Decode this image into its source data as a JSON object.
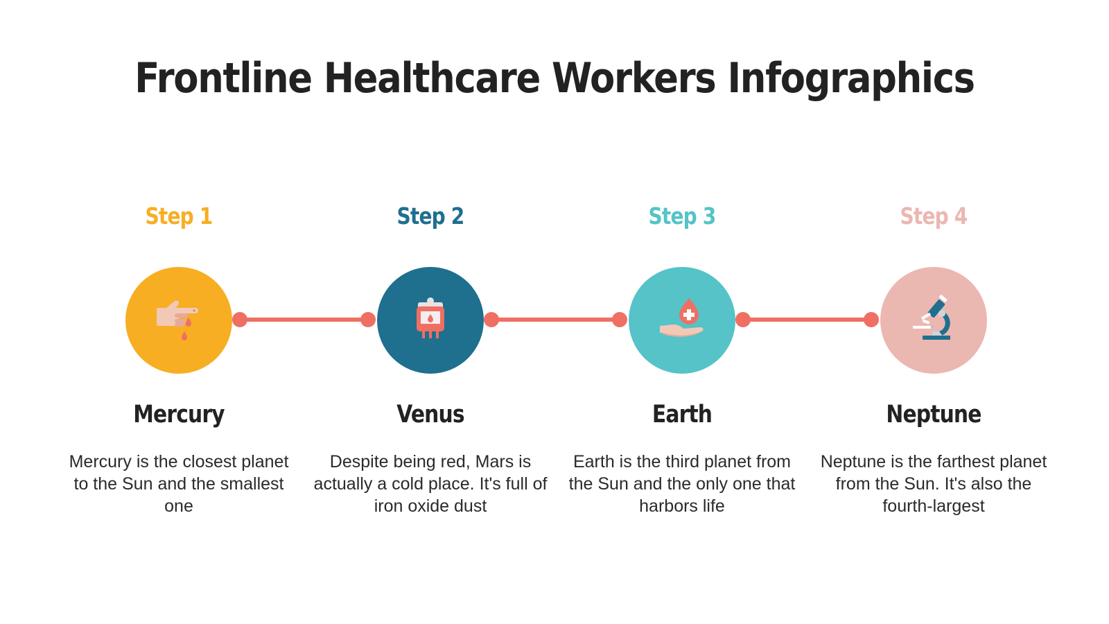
{
  "title": "Frontline Healthcare Workers Infographics",
  "colors": {
    "connector": "#ef6f63",
    "step1": "#f7ae22",
    "step2": "#1f6f8f",
    "step3": "#55c3c7",
    "step4": "#ebb7b1"
  },
  "steps": [
    {
      "label": "Step 1",
      "color": "#f7ae22",
      "icon": "bleeding-finger-icon",
      "name": "Mercury",
      "description": "Mercury is the closest planet to the Sun and the smallest one"
    },
    {
      "label": "Step 2",
      "color": "#1f6f8f",
      "icon": "blood-bag-icon",
      "name": "Venus",
      "description": "Despite being red, Mars is actually a cold place. It's full of iron oxide dust"
    },
    {
      "label": "Step 3",
      "color": "#55c3c7",
      "icon": "blood-donation-hand-icon",
      "name": "Earth",
      "description": "Earth is the third planet from the Sun and the only one that harbors life"
    },
    {
      "label": "Step 4",
      "color": "#ebb7b1",
      "icon": "microscope-icon",
      "name": "Neptune",
      "description": "Neptune is the farthest planet from the Sun. It's also the fourth-largest"
    }
  ]
}
